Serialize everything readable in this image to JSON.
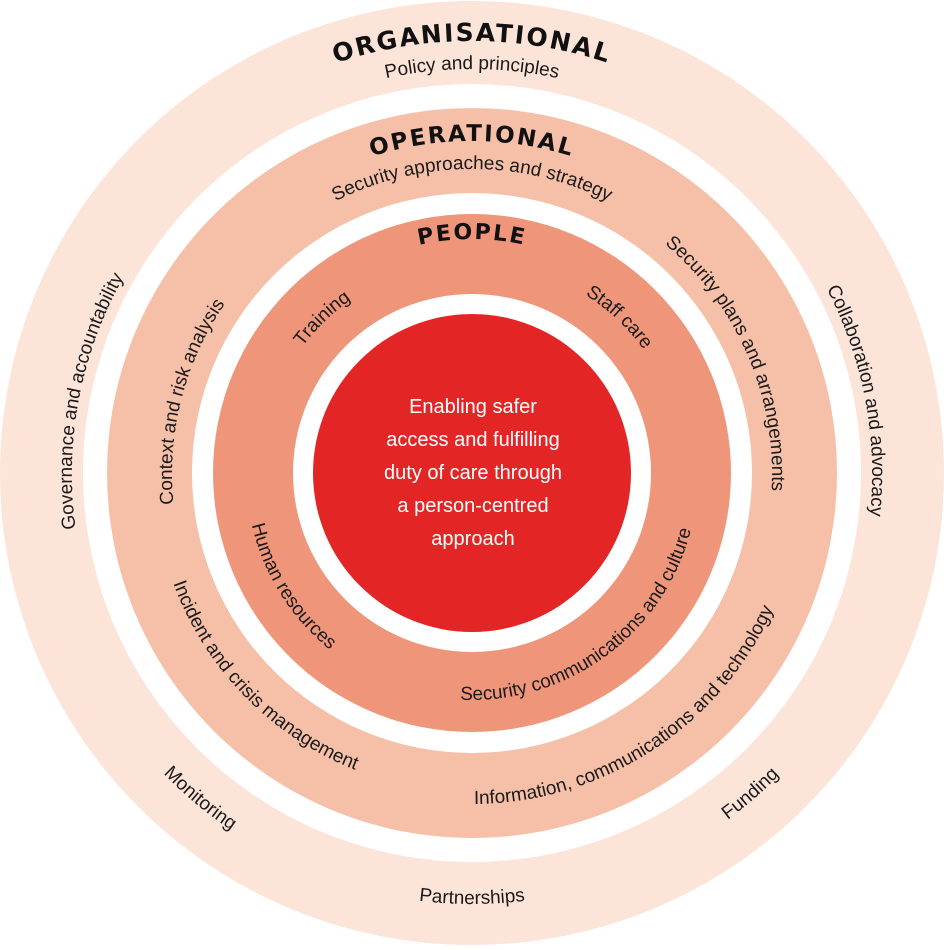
{
  "colors": {
    "organisational_ring": "#fce4d8",
    "operational_ring": "#f6c0a8",
    "people_ring": "#ef967a",
    "centre": "#e32526"
  },
  "organisational": {
    "title": "ORGANISATIONAL",
    "subtitle": "Policy and principles",
    "items": [
      "Governance and accountability",
      "Collaboration and advocacy",
      "Monitoring",
      "Partnerships",
      "Funding"
    ]
  },
  "operational": {
    "title": "OPERATIONAL",
    "subtitle": "Security approaches and strategy",
    "items": [
      "Context and risk analysis",
      "Security plans and arrangements",
      "Incident and crisis management",
      "Information, communications and technology"
    ]
  },
  "people": {
    "title": "PEOPLE",
    "items": [
      "Training",
      "Staff care",
      "Human resources",
      "Security communications and culture"
    ]
  },
  "centre": {
    "lines": [
      "Enabling safer",
      "access and fulfilling",
      "duty of care through",
      "a person-centred",
      "approach"
    ]
  }
}
